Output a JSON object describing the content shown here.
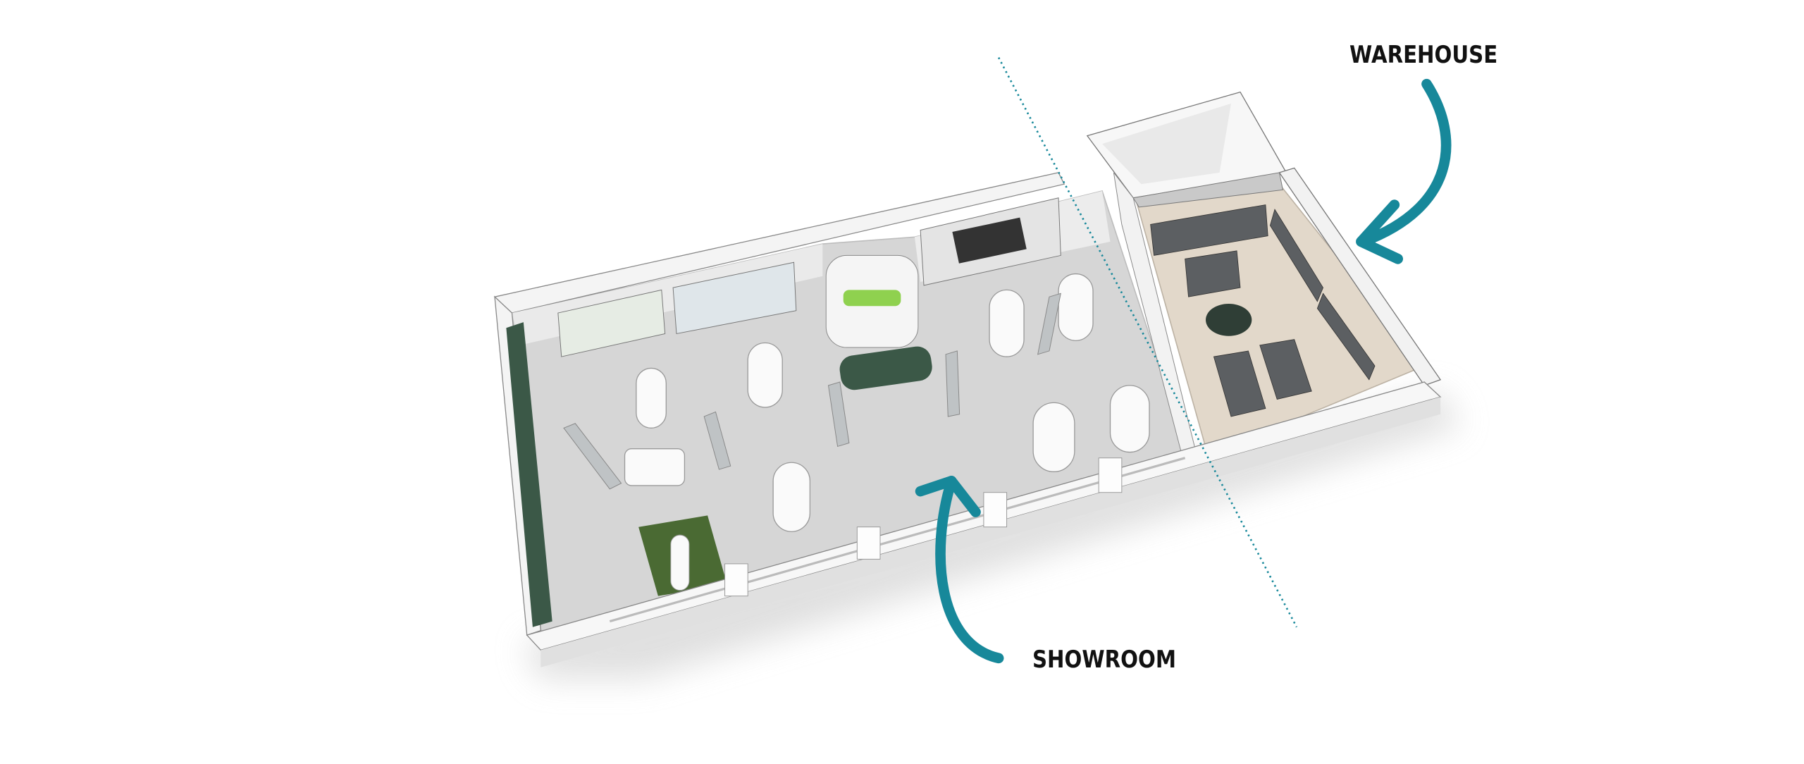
{
  "labels": {
    "warehouse": "WAREHOUSE",
    "showroom": "SHOWROOM"
  },
  "colors": {
    "accent_teal": "#17889a",
    "showroom_floor": "#d6d6d6",
    "warehouse_floor": "#e2d8ca",
    "brand_green": "#3b5847",
    "lime": "#8fd14f"
  },
  "icons": [
    "warehouse-arrow-icon",
    "showroom-arrow-icon",
    "zone-divider-line"
  ]
}
